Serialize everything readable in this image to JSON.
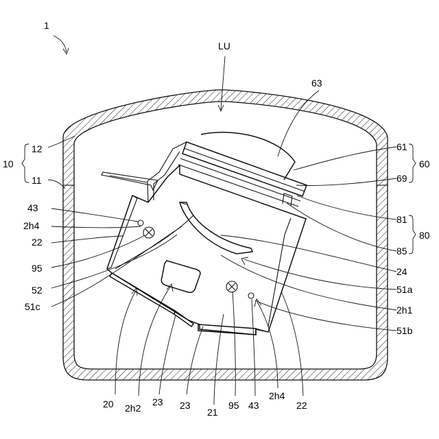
{
  "figure": {
    "title": "",
    "labels": {
      "assembly": "1",
      "unit": "LU",
      "cover": "10",
      "cover_upper": "12",
      "cover_lower": "11",
      "boss_top": "43",
      "hole_top": "2h4",
      "rib_left": "22",
      "screw_left": "95",
      "wall_52": "52",
      "edge_51c": "51c",
      "unit_frame": "20",
      "hole_2h2": "2h2",
      "tab_23a": "23",
      "tab_23b": "23",
      "base_21": "21",
      "screw_bottom": "95",
      "boss_bottom": "43",
      "hole_bottom": "2h4",
      "rib_right": "22",
      "part_63": "63",
      "part_61": "61",
      "group_60": "60",
      "part_69": "69",
      "part_81": "81",
      "group_80": "80",
      "part_85": "85",
      "part_24": "24",
      "part_51a": "51a",
      "hole_2h1": "2h1",
      "part_51b": "51b"
    }
  }
}
